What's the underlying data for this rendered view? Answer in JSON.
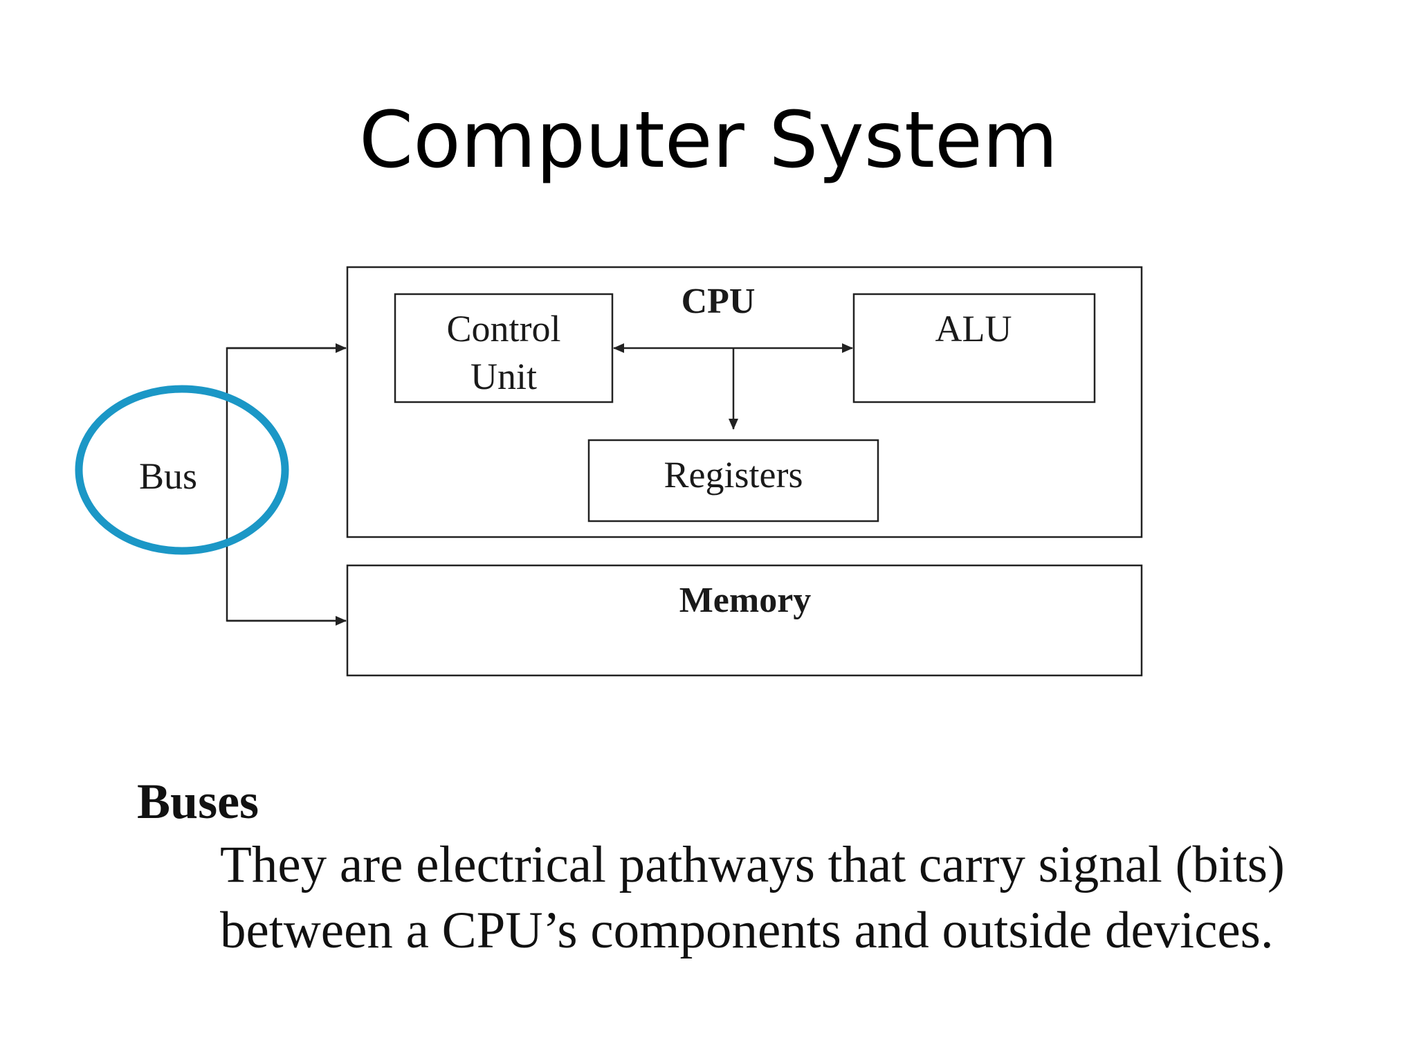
{
  "slide": {
    "title": "Computer System"
  },
  "diagram": {
    "cpu_label": "CPU",
    "control_unit_line1": "Control",
    "control_unit_line2": "Unit",
    "alu_label": "ALU",
    "registers_label": "Registers",
    "memory_label": "Memory",
    "bus_label": "Bus",
    "highlight_color": "#1b97c6"
  },
  "caption": {
    "heading": "Buses",
    "line1": "They are electrical pathways that carry signal (bits)",
    "line2": "between a CPU’s components and outside devices."
  }
}
